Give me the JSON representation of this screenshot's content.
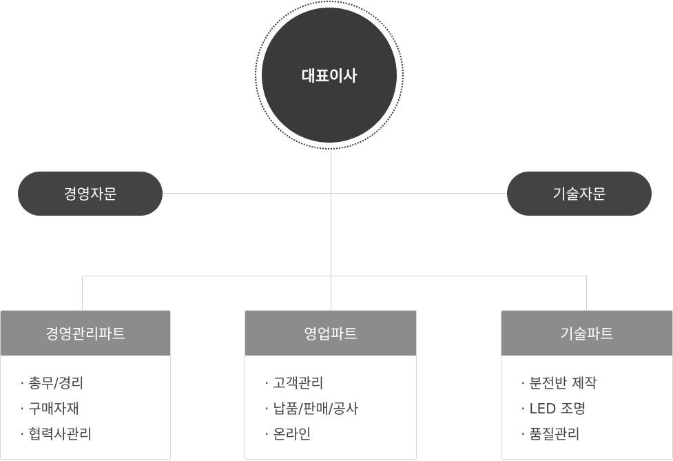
{
  "ceo": {
    "label": "대표이사"
  },
  "advisors": {
    "left": "경영자문",
    "right": "기술자문"
  },
  "departments": [
    {
      "title": "경영관리파트",
      "items": [
        "총무/경리",
        "구매자재",
        "협력사관리"
      ]
    },
    {
      "title": "영업파트",
      "items": [
        "고객관리",
        "납품/판매/공사",
        "온라인"
      ]
    },
    {
      "title": "기술파트",
      "items": [
        "분전반 제작",
        "LED 조명",
        "품질관리"
      ]
    }
  ],
  "bullet": "·",
  "colors": {
    "ceo_fill": "#3a3a3c",
    "advisor_fill": "#434345",
    "dept_header": "#8c8c8c",
    "connector": "#cccccc"
  }
}
